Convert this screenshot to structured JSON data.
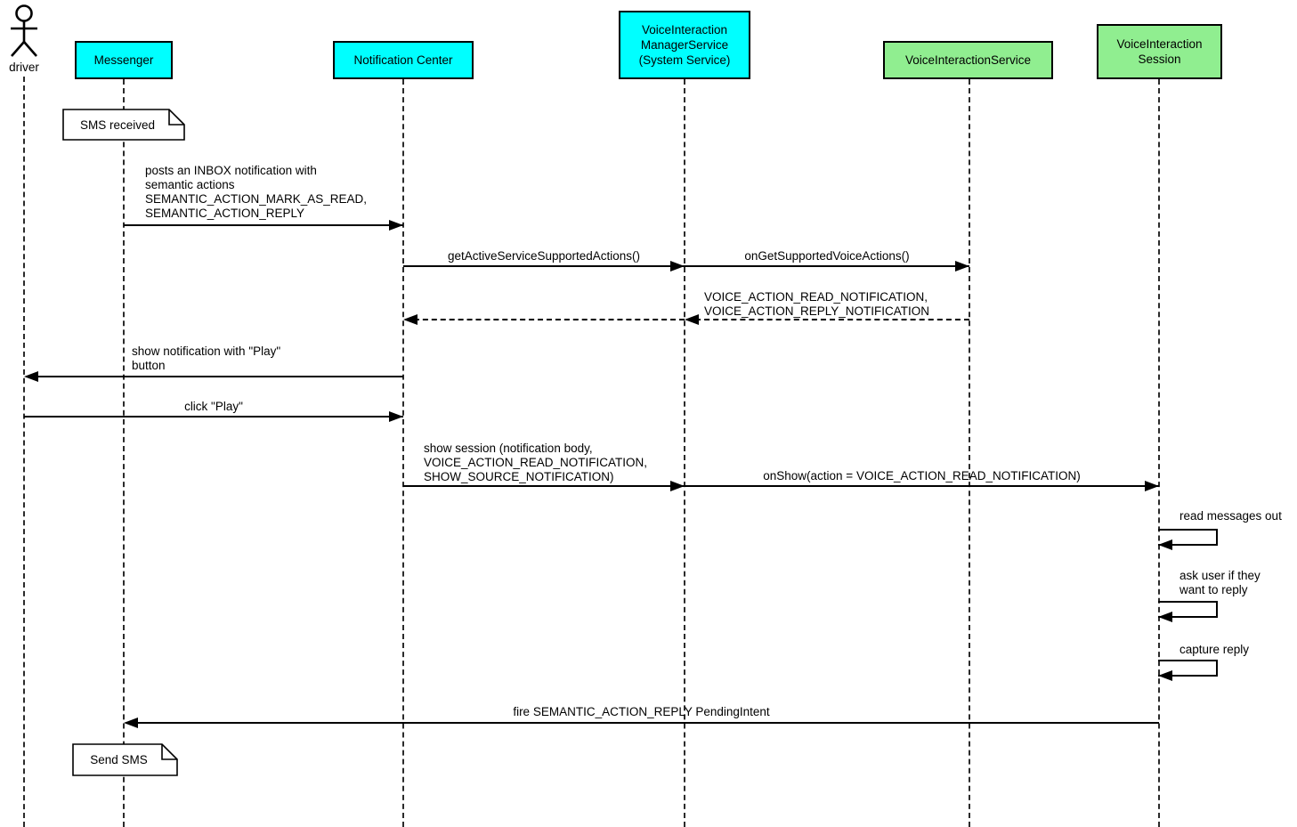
{
  "diagram_type": "uml-sequence",
  "colors": {
    "participant_cyan": "#00ffff",
    "participant_green": "#90ee90",
    "background": "#ffffff",
    "line": "#000000"
  },
  "actor": {
    "label": "driver"
  },
  "participants": [
    {
      "id": "messenger",
      "label": "Messenger",
      "color": "#00ffff"
    },
    {
      "id": "notification-center",
      "label": "Notification Center",
      "color": "#00ffff"
    },
    {
      "id": "voice-interaction-manager-service",
      "label": "VoiceInteraction\nManagerService\n(System Service)",
      "color": "#00ffff"
    },
    {
      "id": "voice-interaction-service",
      "label": "VoiceInteractionService",
      "color": "#90ee90"
    },
    {
      "id": "voice-interaction-session",
      "label": "VoiceInteraction\nSession",
      "color": "#90ee90"
    }
  ],
  "notes": [
    {
      "text": "SMS received"
    },
    {
      "text": "Send SMS"
    }
  ],
  "messages": [
    {
      "from": "Messenger",
      "to": "Notification Center",
      "style": "solid",
      "label": "posts an INBOX notification with\nsemantic actions\nSEMANTIC_ACTION_MARK_AS_READ,\nSEMANTIC_ACTION_REPLY"
    },
    {
      "from": "Notification Center",
      "to": "VoiceInteraction ManagerService",
      "style": "solid",
      "label": "getActiveServiceSupportedActions()"
    },
    {
      "from": "VoiceInteraction ManagerService",
      "to": "VoiceInteractionService",
      "style": "solid",
      "label": "onGetSupportedVoiceActions()"
    },
    {
      "from": "VoiceInteractionService",
      "to": "VoiceInteraction ManagerService",
      "style": "dashed",
      "label": "VOICE_ACTION_READ_NOTIFICATION,\nVOICE_ACTION_REPLY_NOTIFICATION"
    },
    {
      "from": "VoiceInteraction ManagerService",
      "to": "Notification Center",
      "style": "dashed",
      "label": ""
    },
    {
      "from": "Notification Center",
      "to": "driver",
      "style": "solid",
      "label": "show notification with \"Play\"\nbutton"
    },
    {
      "from": "driver",
      "to": "Notification Center",
      "style": "solid",
      "label": "click \"Play\""
    },
    {
      "from": "Notification Center",
      "to": "VoiceInteraction ManagerService",
      "style": "solid",
      "label": "show session (notification body,\nVOICE_ACTION_READ_NOTIFICATION,\nSHOW_SOURCE_NOTIFICATION)"
    },
    {
      "from": "VoiceInteraction ManagerService",
      "to": "VoiceInteraction Session",
      "style": "solid",
      "label": "onShow(action = VOICE_ACTION_READ_NOTIFICATION)"
    },
    {
      "from": "VoiceInteraction Session",
      "to": "VoiceInteraction Session",
      "style": "self",
      "label": "read messages out"
    },
    {
      "from": "VoiceInteraction Session",
      "to": "VoiceInteraction Session",
      "style": "self",
      "label": "ask user if they\nwant to reply"
    },
    {
      "from": "VoiceInteraction Session",
      "to": "VoiceInteraction Session",
      "style": "self",
      "label": "capture reply"
    },
    {
      "from": "VoiceInteraction Session",
      "to": "Messenger",
      "style": "solid",
      "label": "fire SEMANTIC_ACTION_REPLY PendingIntent"
    }
  ]
}
